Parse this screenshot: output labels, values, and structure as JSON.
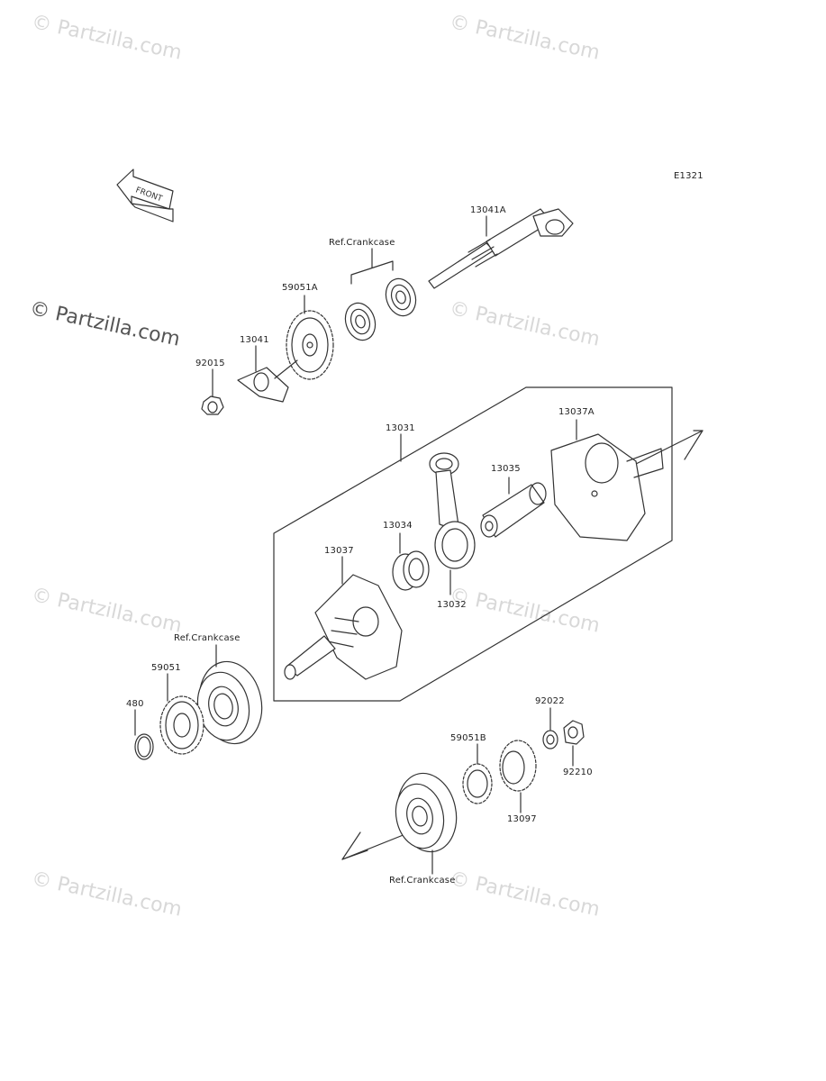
{
  "diagram": {
    "code": "E1321",
    "front_label": "FRONT"
  },
  "watermarks": {
    "light": "© Partzilla.com",
    "dark": "© Partzilla.com"
  },
  "parts": {
    "p13041A": "13041A",
    "refCrankcaseTop": "Ref.Crankcase",
    "p59051A": "59051A",
    "p13041": "13041",
    "p92015": "92015",
    "p13031": "13031",
    "p13037A": "13037A",
    "p13035": "13035",
    "p13034": "13034",
    "p13037": "13037",
    "p13032": "13032",
    "refCrankcaseLeft": "Ref.Crankcase",
    "p59051": "59051",
    "p480": "480",
    "p92022": "92022",
    "p59051B": "59051B",
    "p92210": "92210",
    "p13097": "13097",
    "refCrankcaseBottom": "Ref.Crankcase"
  },
  "colors": {
    "line": "#333333",
    "watermark": "#d8d8d8"
  }
}
